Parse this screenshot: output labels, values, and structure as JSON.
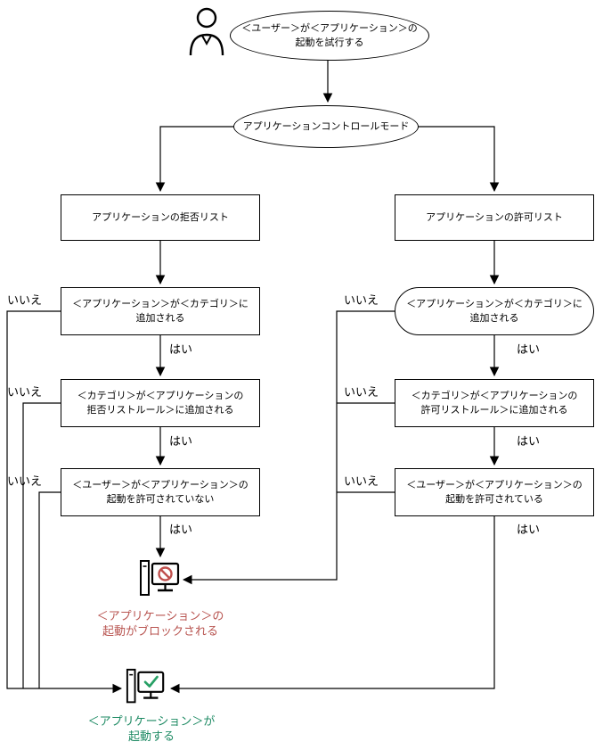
{
  "labels": {
    "no": "いいえ",
    "yes": "はい"
  },
  "nodes": {
    "attempt": "＜ユーザー＞が＜アプリケーション＞の\n起動を試行する",
    "mode": "アプリケーションコントロールモード",
    "denylist": "アプリケーションの拒否リスト",
    "allowlist": "アプリケーションの許可リスト",
    "deny_category": "＜アプリケーション＞が＜カテゴリ＞に\n追加される",
    "deny_rule": "＜カテゴリ＞が＜アプリケーションの\n拒否リストルール＞に追加される",
    "deny_user": "＜ユーザー＞が＜アプリケーション＞の\n起動を許可されていない",
    "allow_category": "＜アプリケーション＞が＜カテゴリ＞に\n追加される",
    "allow_rule": "＜カテゴリ＞が＜アプリケーションの\n許可リストルール＞に追加される",
    "allow_user": "＜ユーザー＞が＜アプリケーション＞の\n起動を許可されている",
    "blocked": "＜アプリケーション＞の\n起動がブロックされる",
    "started": "＜アプリケーション＞が\n起動する"
  },
  "icons": {
    "user": "user-icon",
    "blocked_monitor": "blocked-monitor-icon",
    "started_monitor": "started-monitor-icon"
  },
  "colors": {
    "line": "#000000",
    "blocked_text": "#b85450",
    "started_text": "#1d8a63",
    "blocked_symbol": "#c0504d",
    "started_symbol": "#27a065"
  }
}
